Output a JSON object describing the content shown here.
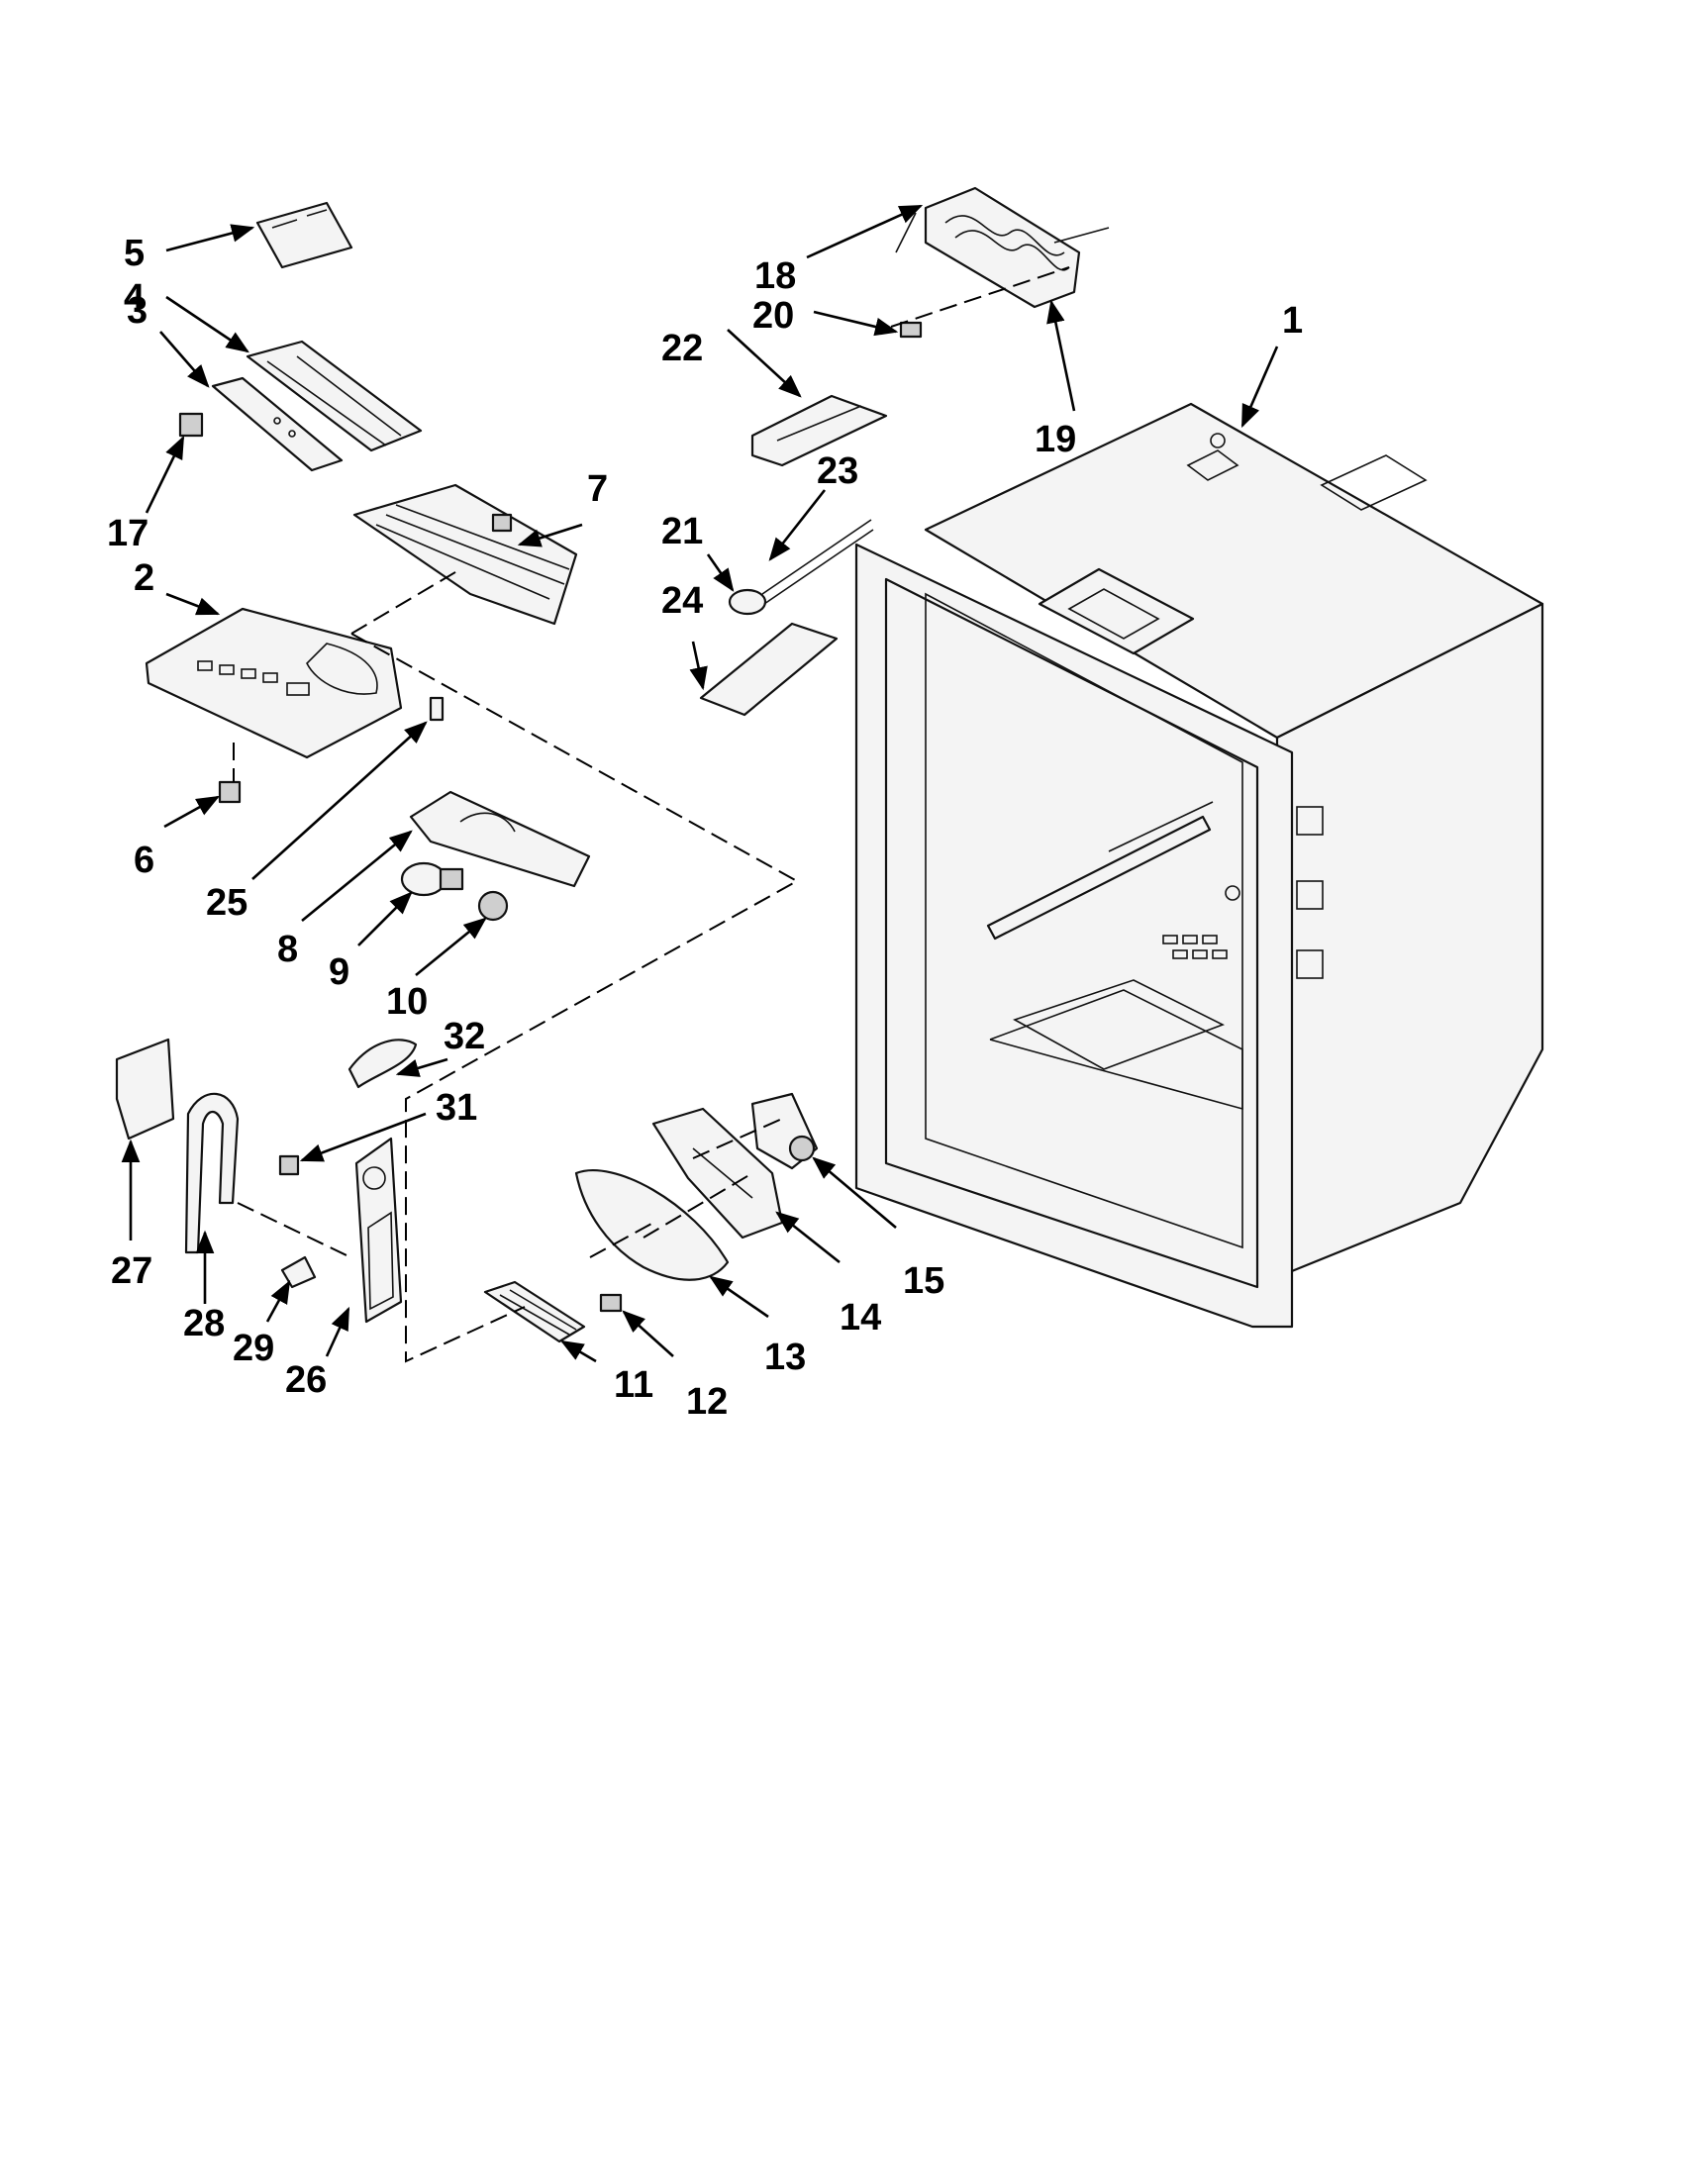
{
  "callouts": {
    "c1": "1",
    "c2": "2",
    "c3": "3",
    "c4": "4",
    "c5": "5",
    "c6": "6",
    "c7": "7",
    "c8": "8",
    "c9": "9",
    "c10": "10",
    "c11": "11",
    "c12": "12",
    "c13": "13",
    "c14": "14",
    "c15": "15",
    "c17": "17",
    "c18": "18",
    "c19": "19",
    "c20": "20",
    "c21": "21",
    "c22": "22",
    "c23": "23",
    "c24": "24",
    "c25": "25",
    "c26": "26",
    "c27": "27",
    "c28": "28",
    "c29": "29",
    "c31": "31",
    "c32": "32"
  }
}
